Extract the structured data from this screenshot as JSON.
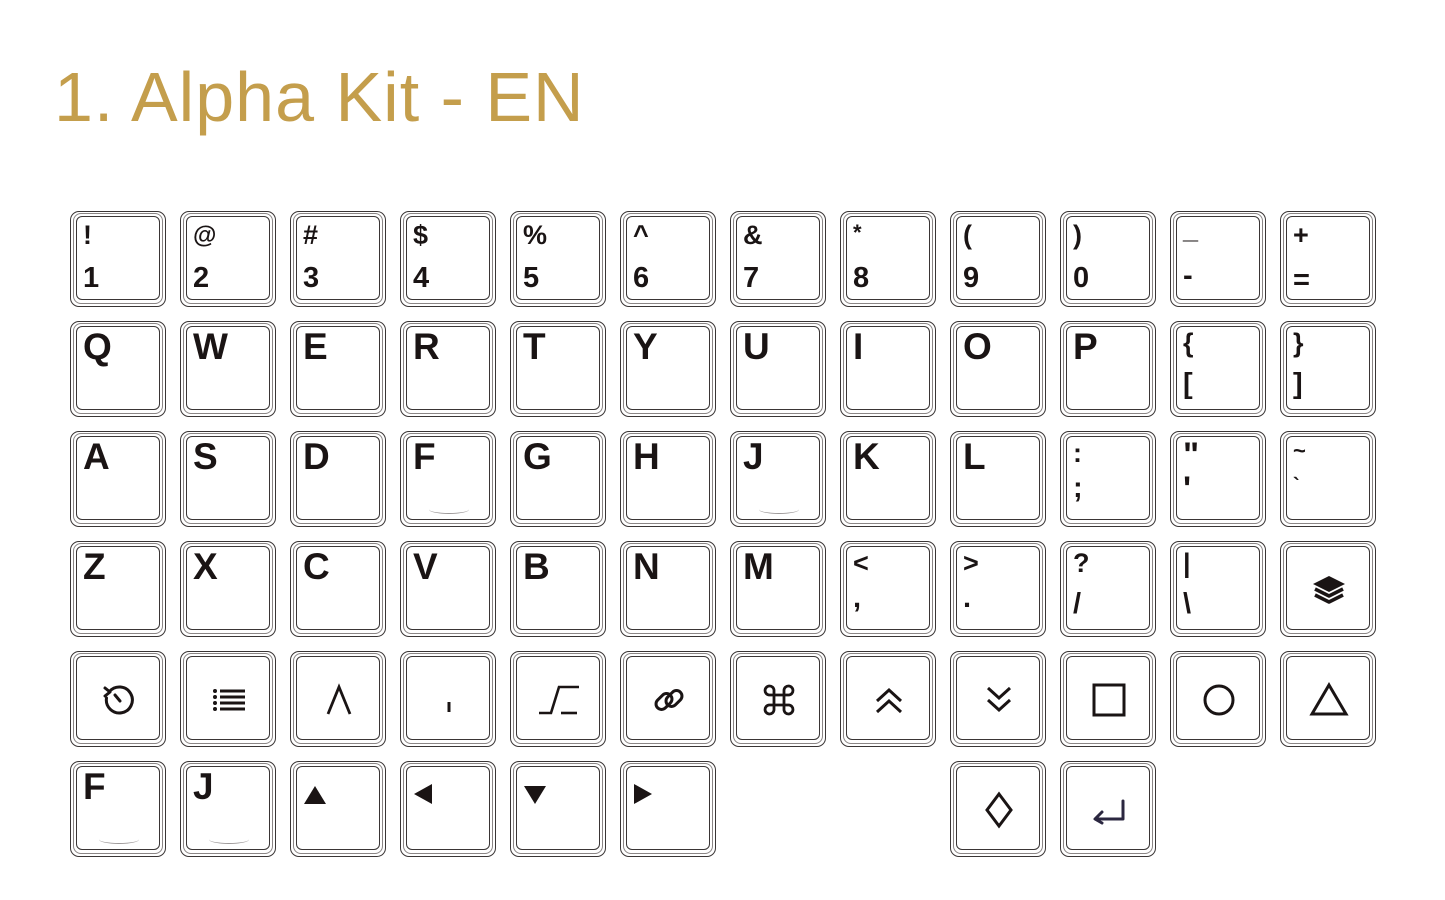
{
  "title": "1. Alpha Kit - EN",
  "colors": {
    "title": "#c49e4c",
    "legend": "#1a1414",
    "outline": "#3a3535"
  },
  "keys": {
    "k1": {
      "top": "!",
      "bottom": "1"
    },
    "k2": {
      "top": "@",
      "bottom": "2"
    },
    "k3": {
      "top": "#",
      "bottom": "3"
    },
    "k4": {
      "top": "$",
      "bottom": "4"
    },
    "k5": {
      "top": "%",
      "bottom": "5"
    },
    "k6": {
      "top": "^",
      "bottom": "6"
    },
    "k7": {
      "top": "&",
      "bottom": "7"
    },
    "k8": {
      "top": "*",
      "bottom": "8"
    },
    "k9": {
      "top": "(",
      "bottom": "9"
    },
    "k0": {
      "top": ")",
      "bottom": "0"
    },
    "kminus": {
      "top": "_",
      "bottom": "-"
    },
    "kequal": {
      "top": "+",
      "bottom": "="
    },
    "q": "Q",
    "w": "W",
    "e": "E",
    "r": "R",
    "t": "T",
    "y": "Y",
    "u": "U",
    "i": "I",
    "o": "O",
    "p": "P",
    "lbracket": {
      "top": "{",
      "bottom": "["
    },
    "rbracket": {
      "top": "}",
      "bottom": "]"
    },
    "a": "A",
    "s": "S",
    "d": "D",
    "f": "F",
    "g": "G",
    "h": "H",
    "j": "J",
    "k": "K",
    "l": "L",
    "semicolon": {
      "top": ":",
      "bottom": ";"
    },
    "quote": {
      "top": "\"",
      "bottom": "'"
    },
    "tilde": {
      "top": "~",
      "bottom": "`"
    },
    "z": "Z",
    "x": "X",
    "c": "C",
    "v": "V",
    "b": "B",
    "n": "N",
    "m": "M",
    "comma": {
      "top": "<",
      "bottom": ","
    },
    "period": {
      "top": ">",
      "bottom": "."
    },
    "slash": {
      "top": "?",
      "bottom": "/"
    },
    "backslash": {
      "top": "|",
      "bottom": "\\"
    },
    "f_alt": "F",
    "j_alt": "J"
  },
  "icons": {
    "layers": "layers-icon",
    "history": "history-icon",
    "menu": "list-menu-icon",
    "caret": "caret-up-icon",
    "tick": "tick-mark-icon",
    "step": "step-function-icon",
    "link": "link-icon",
    "command": "command-icon",
    "chevrons_up": "double-chevron-up-icon",
    "chevrons_down": "double-chevron-down-icon",
    "square": "square-icon",
    "circle": "circle-icon",
    "triangle": "triangle-icon",
    "arrow_up": "triangle-up-icon",
    "arrow_left": "triangle-left-icon",
    "arrow_down": "triangle-down-icon",
    "arrow_right": "triangle-right-icon",
    "diamond": "diamond-icon",
    "enter": "enter-icon"
  }
}
